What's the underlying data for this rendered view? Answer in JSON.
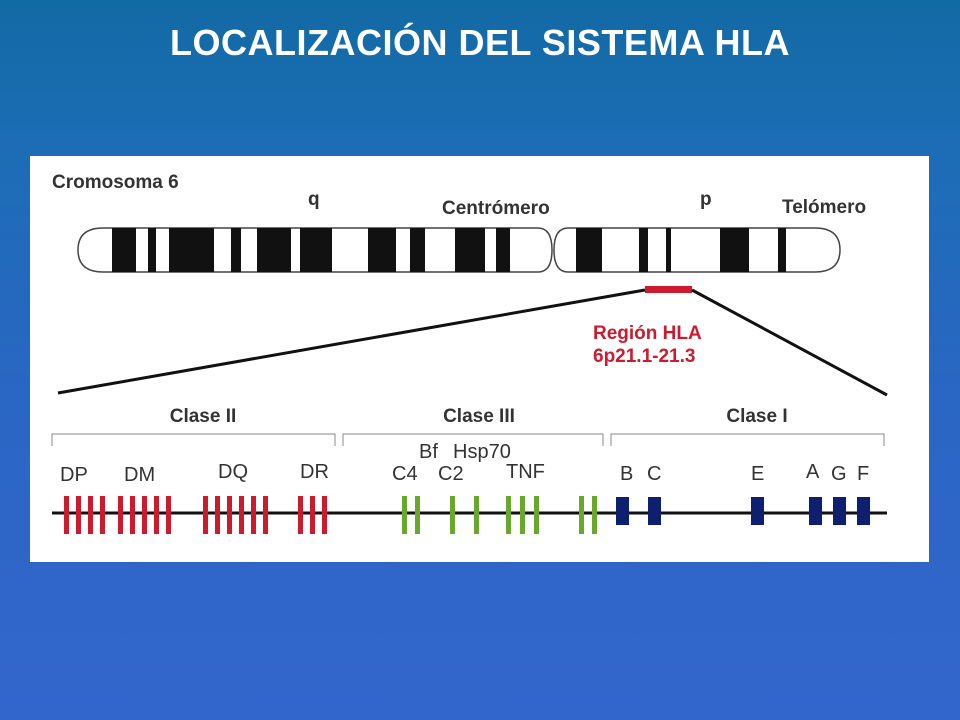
{
  "title": "LOCALIZACIÓN DEL SISTEMA HLA",
  "chromosome": {
    "name": "Cromosoma 6",
    "q_label": "q",
    "centromere_label": "Centrómero",
    "p_label": "p",
    "telomere_label": "Telómero"
  },
  "region": {
    "line1": "Región HLA",
    "line2": "6p21.1-21.3",
    "color": "#cc1a2e"
  },
  "classes": [
    {
      "label": "Clase II",
      "color": "#cc1a2e",
      "genes": [
        "DP",
        "DM",
        "DQ",
        "DR"
      ]
    },
    {
      "label": "Clase III",
      "color": "#6aa82c",
      "genes": [
        "C4",
        "Bf",
        "C2",
        "Hsp70",
        "TNF"
      ]
    },
    {
      "label": "Clase I",
      "color": "#0d1f6e",
      "genes": [
        "B",
        "C",
        "E",
        "A",
        "G",
        "F"
      ]
    }
  ]
}
